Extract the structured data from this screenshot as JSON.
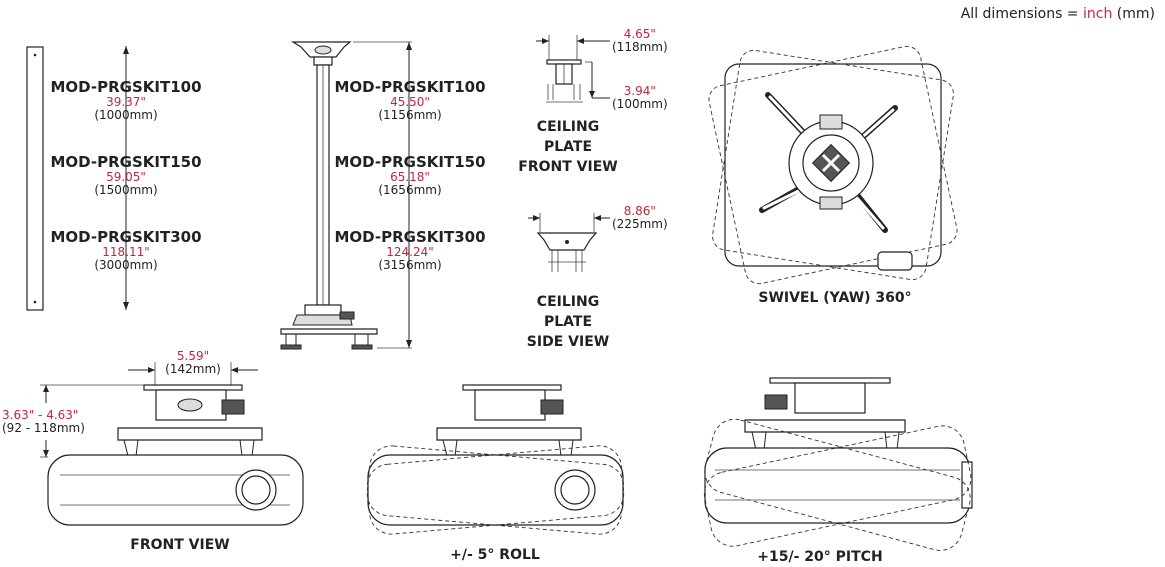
{
  "legend": {
    "prefix": "All dimensions = ",
    "inch": "inch",
    "mm": " (mm)",
    "inch_color": "#c0283c"
  },
  "kits_left": [
    {
      "name": "MOD-PRGSKIT100",
      "inch": "39.37\"",
      "mm": "(1000mm)"
    },
    {
      "name": "MOD-PRGSKIT150",
      "inch": "59.05\"",
      "mm": "(1500mm)"
    },
    {
      "name": "MOD-PRGSKIT300",
      "inch": "118.11\"",
      "mm": "(3000mm)"
    }
  ],
  "kits_right": [
    {
      "name": "MOD-PRGSKIT100",
      "inch": "45.50\"",
      "mm": "(1156mm)"
    },
    {
      "name": "MOD-PRGSKIT150",
      "inch": "65.18\"",
      "mm": "(1656mm)"
    },
    {
      "name": "MOD-PRGSKIT300",
      "inch": "124.24\"",
      "mm": "(3156mm)"
    }
  ],
  "ceiling_front": {
    "width_inch": "4.65\"",
    "width_mm": "(118mm)",
    "height_inch": "3.94\"",
    "height_mm": "(100mm)",
    "caption": [
      "CEILING",
      "PLATE",
      "FRONT VIEW"
    ]
  },
  "ceiling_side": {
    "width_inch": "8.86\"",
    "width_mm": "(225mm)",
    "caption": [
      "CEILING",
      "PLATE",
      "SIDE VIEW"
    ]
  },
  "swivel": {
    "caption": "SWIVEL (YAW) 360°"
  },
  "front_view": {
    "width_inch": "5.59\"",
    "width_mm": "(142mm)",
    "height_inch": "3.63\" - 4.63\"",
    "height_mm": "(92 - 118mm)",
    "caption": "FRONT VIEW"
  },
  "roll": {
    "caption": "+/- 5° ROLL"
  },
  "pitch": {
    "caption": "+15/- 20° PITCH"
  }
}
